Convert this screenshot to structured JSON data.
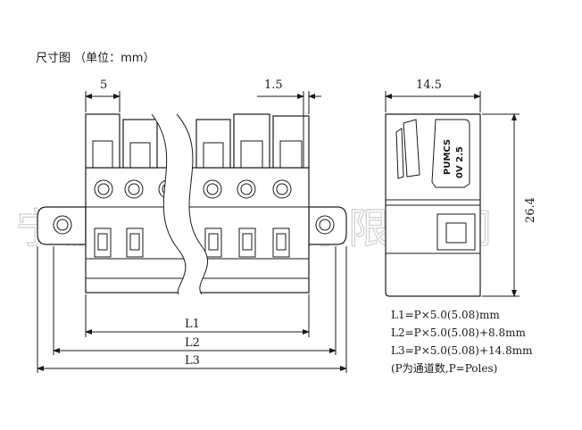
{
  "title": "尺寸图 （单位：mm）",
  "watermark": "宁波",
  "watermark_tail": "有限公司",
  "dimensions": {
    "pitch": "5",
    "edge": "1.5",
    "depth": "14.5",
    "height": "26.4",
    "l1": "L1",
    "l2": "L2",
    "l3": "L3"
  },
  "side_label_1": "PUMCS",
  "side_label_2": "0V 2.5",
  "formulas": [
    "L1=P×5.0(5.08)mm",
    "L2=P×5.0(5.08)+8.8mm",
    "L3=P×5.0(5.08)+14.8mm",
    "(P为通道数,P=Poles)"
  ]
}
